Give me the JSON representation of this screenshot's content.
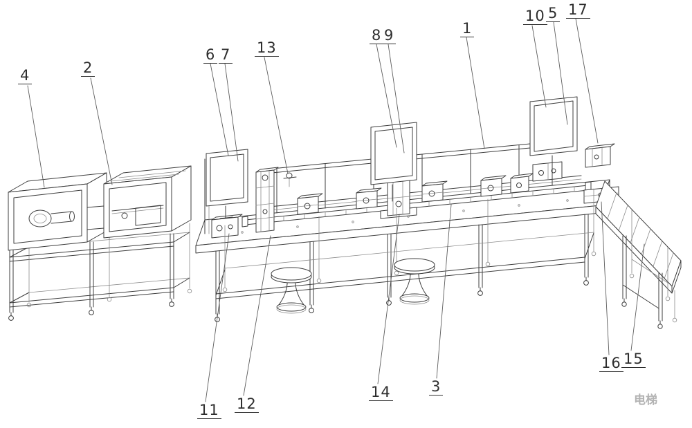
{
  "callouts": [
    {
      "label": "4"
    },
    {
      "label": "2"
    },
    {
      "label": "6"
    },
    {
      "label": "7"
    },
    {
      "label": "13"
    },
    {
      "label": "8"
    },
    {
      "label": "9"
    },
    {
      "label": "1"
    },
    {
      "label": "10"
    },
    {
      "label": "5"
    },
    {
      "label": "17"
    },
    {
      "label": "11"
    },
    {
      "label": "12"
    },
    {
      "label": "14"
    },
    {
      "label": "3"
    },
    {
      "label": "16"
    },
    {
      "label": "15"
    }
  ],
  "watermark": {
    "text": "电梯"
  },
  "colors": {
    "watermark": "#b3b3b3",
    "line": "#3c3c3c"
  }
}
